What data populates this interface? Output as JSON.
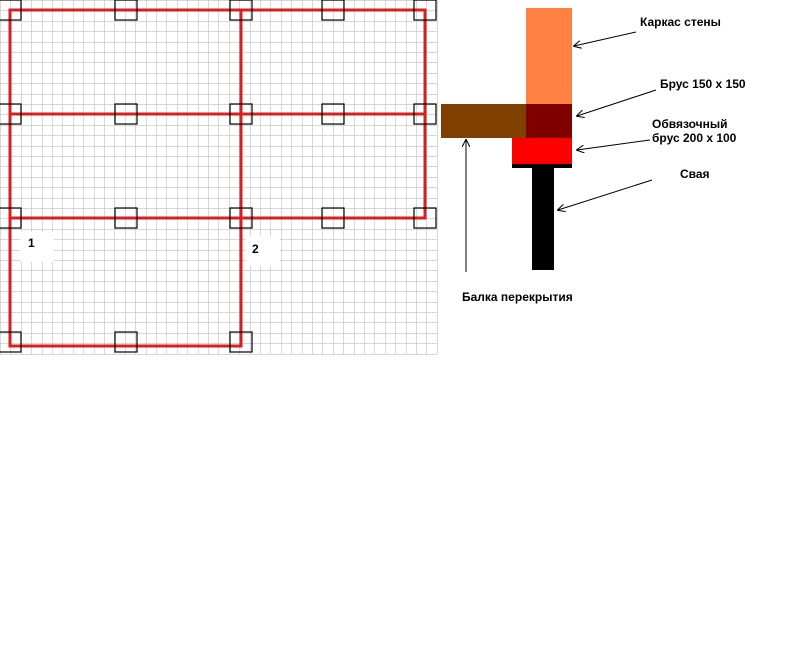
{
  "plan": {
    "zone_labels": [
      "1",
      "2"
    ],
    "colors": {
      "grid": "#c8c8c8",
      "frame": "#d42020",
      "pile_outline": "#000000"
    }
  },
  "section": {
    "labels": {
      "wall_frame": "Каркас стены",
      "beam": "Брус 150 х 150",
      "strapping": "Обвязочный\nбрус 200 х 100",
      "pile": "Свая",
      "floor_beam": "Балка перекрытия"
    },
    "colors": {
      "wall_frame": "#ff8040",
      "beam": "#800000",
      "floor_beam": "#804000",
      "strapping": "#ff0000",
      "pile": "#000000"
    }
  }
}
